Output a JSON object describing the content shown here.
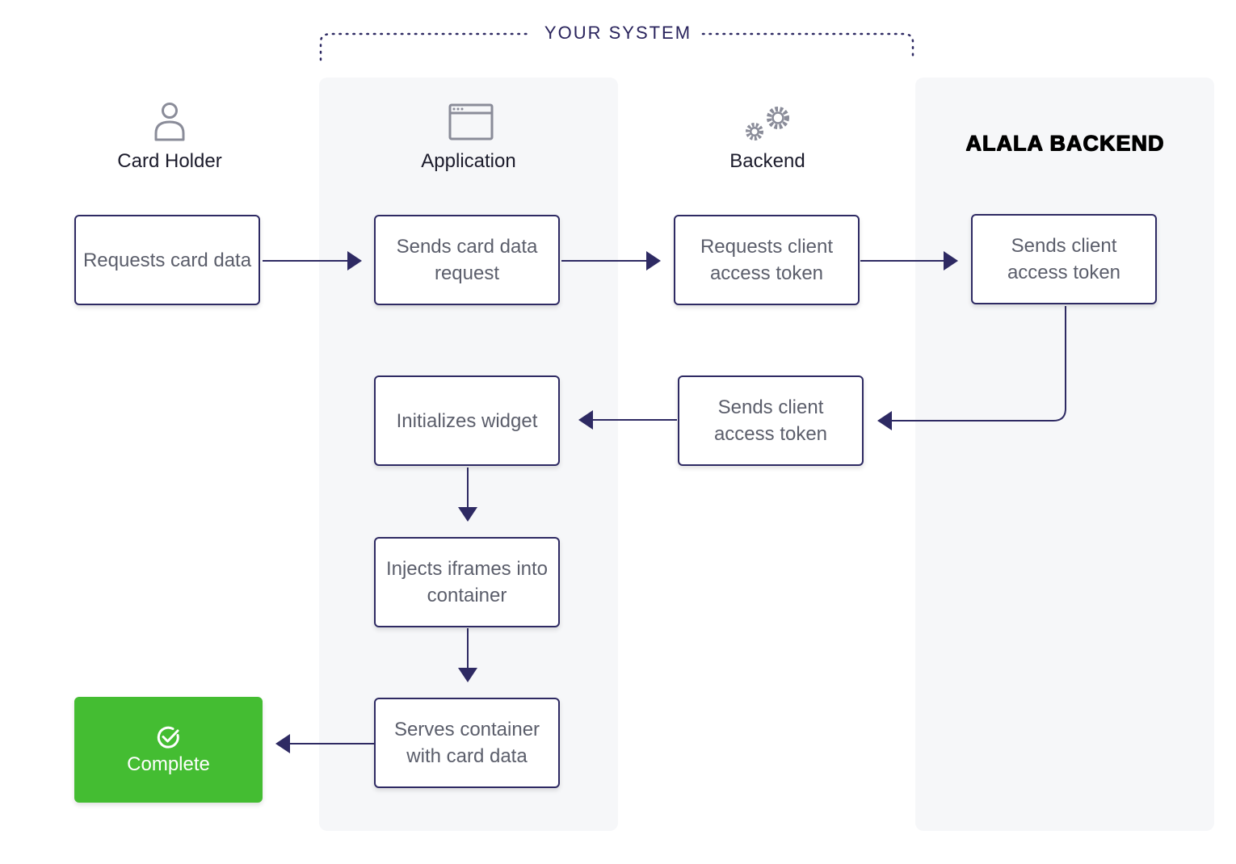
{
  "header": {
    "system_label": "YOUR SYSTEM"
  },
  "columns": {
    "card_holder": "Card Holder",
    "application": "Application",
    "backend": "Backend",
    "alala_backend": "ALALA BACKEND"
  },
  "steps": {
    "requests_card_data": "Requests card data",
    "sends_card_data_request": "Sends card data request",
    "requests_client_access_token": "Requests client access token",
    "alala_sends_client_access_token": "Sends client access token",
    "backend_sends_client_access_token": "Sends client access token",
    "initializes_widget": "Initializes widget",
    "injects_iframes": "Injects iframes into container",
    "serves_container": "Serves container with card data"
  },
  "complete": {
    "label": "Complete"
  },
  "icons": {
    "card_holder": "person-icon",
    "application": "browser-window-icon",
    "backend": "gears-icon",
    "complete": "check-circle-icon"
  },
  "colors": {
    "arrow": "#2e2a63",
    "box_border": "#2e2a63",
    "lane_bg": "#f6f7f9",
    "complete_bg": "#44bd32",
    "icon": "#8a8c99"
  }
}
